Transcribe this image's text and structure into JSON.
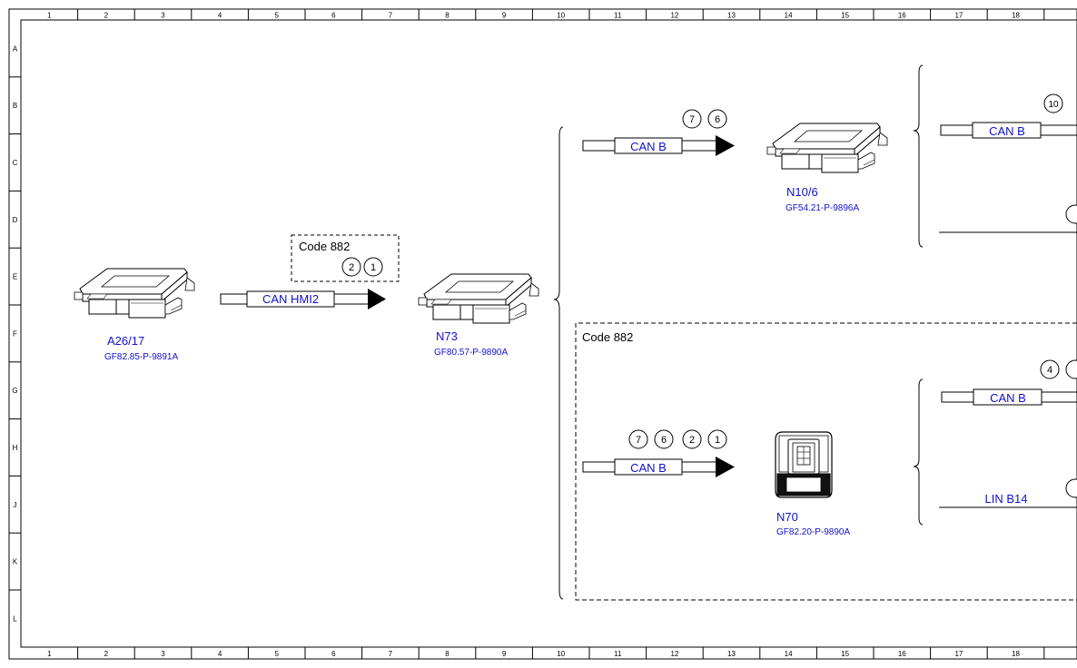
{
  "grid": {
    "columns": [
      "1",
      "2",
      "3",
      "4",
      "5",
      "6",
      "7",
      "8",
      "9",
      "10",
      "11",
      "12",
      "13",
      "14",
      "15",
      "16",
      "17",
      "18"
    ],
    "rows": [
      "A",
      "B",
      "C",
      "D",
      "E",
      "F",
      "G",
      "H",
      "J",
      "K",
      "L"
    ]
  },
  "colors": {
    "link_text": "#1010d0",
    "line": "#000000",
    "background": "#ffffff"
  },
  "components": {
    "a26_17": {
      "id": "A26/17",
      "ref": "GF82.85-P-9891A",
      "icon": "control-unit-icon"
    },
    "n73": {
      "id": "N73",
      "ref": "GF80.57-P-9890A",
      "icon": "control-unit-icon"
    },
    "n10_6": {
      "id": "N10/6",
      "ref": "GF54.21-P-9896A",
      "icon": "control-unit-icon"
    },
    "n70": {
      "id": "N70",
      "ref": "GF82.20-P-9890A",
      "icon": "overhead-control-panel-icon"
    }
  },
  "buses": {
    "can_hmi2": "CAN HMI2",
    "can_b_upper": "CAN B",
    "can_b_lower": "CAN B",
    "can_b_right_top": "CAN B",
    "can_b_right_mid": "CAN B",
    "lin_b14": "LIN B14"
  },
  "code_boxes": {
    "small": "Code 882",
    "large": "Code 882"
  },
  "markers": {
    "hmi2": [
      "2",
      "1"
    ],
    "can_b_upper": [
      "7",
      "6"
    ],
    "can_b_lower": [
      "7",
      "6",
      "2",
      "1"
    ],
    "right_top": [
      "10"
    ],
    "right_mid": [
      "4"
    ]
  }
}
